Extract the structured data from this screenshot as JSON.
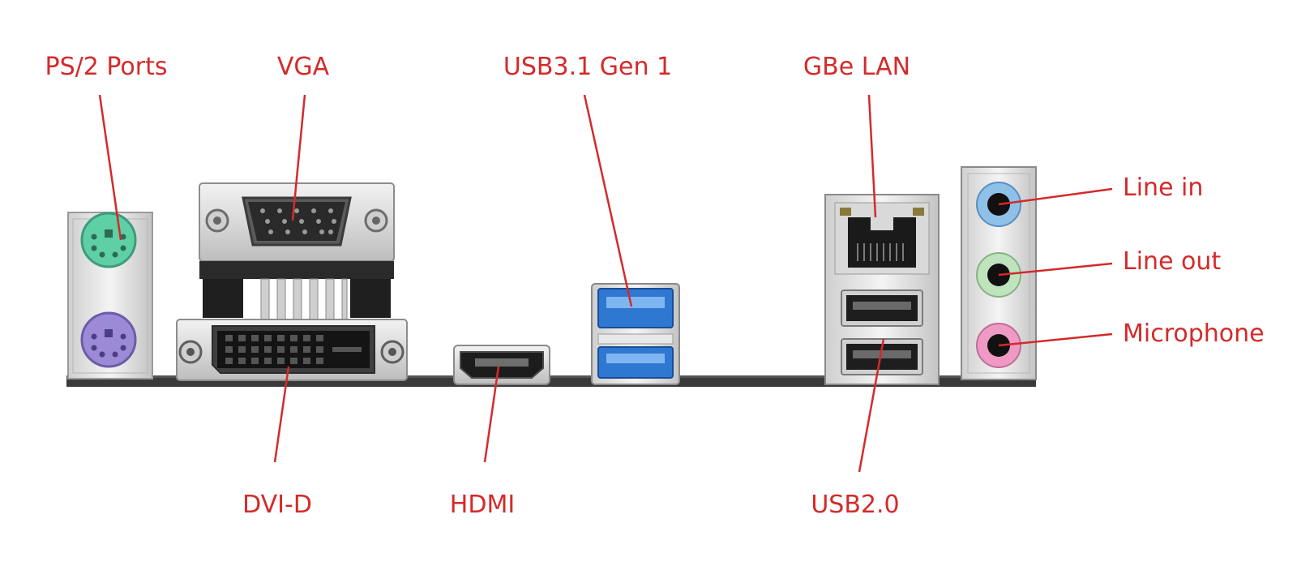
{
  "label_color": "#d42a2a",
  "labels": {
    "ps2": "PS/2 Ports",
    "vga": "VGA",
    "usb31": "USB3.1 Gen 1",
    "gbe_lan": "GBe LAN",
    "line_in": "Line in",
    "line_out": "Line out",
    "microphone": "Microphone",
    "dvi_d": "DVI-D",
    "hdmi": "HDMI",
    "usb20": "USB2.0"
  },
  "port_colors": {
    "ps2_keyboard": "#5fcfa6",
    "ps2_mouse": "#9d8ad6",
    "usb3_blue": "#2f78d2",
    "audio_line_in": "#8fc0e8",
    "audio_line_out": "#bfe3bd",
    "audio_mic": "#ef9ac4"
  }
}
